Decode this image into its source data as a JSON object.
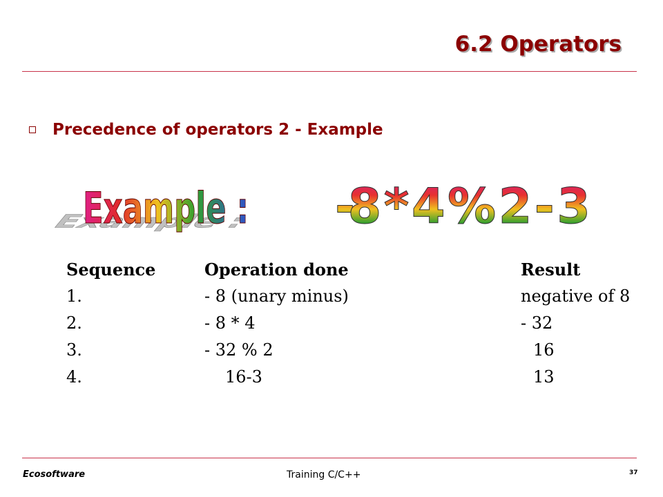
{
  "slide": {
    "title": "6.2 Operators",
    "bullet": "Precedence of operators 2 - Example"
  },
  "wordart": {
    "label": "Example :",
    "expression": "-8 * 4 % 2 - 3"
  },
  "table": {
    "headers": [
      "Sequence",
      "Operation done",
      "Result"
    ],
    "rows": [
      [
        "1.",
        "- 8 (unary minus)",
        "negative of 8"
      ],
      [
        "2.",
        "- 8 * 4",
        "- 32"
      ],
      [
        "3.",
        "- 32 % 2",
        "16"
      ],
      [
        "4.",
        "16-3",
        "13"
      ]
    ]
  },
  "footer": {
    "company": "Ecosoftware",
    "course": "Training C/C++",
    "page": "37"
  },
  "colors": {
    "title": "#8b0000",
    "rule": "#c8324a"
  }
}
